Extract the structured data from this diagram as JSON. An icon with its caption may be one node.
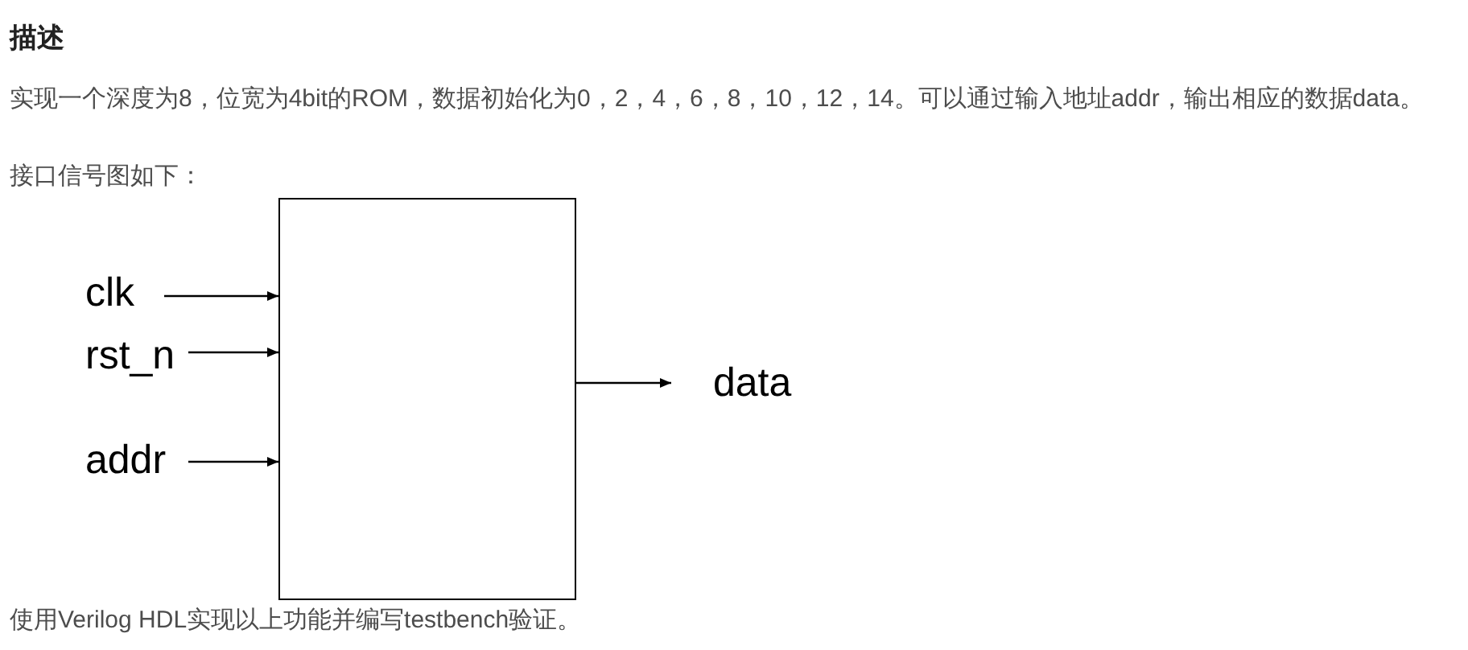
{
  "diagram": {
    "title": "描述",
    "nodes": [
      {
        "text": [],
        "shape": "box"
      },
      {
        "text": [
          "clk"
        ]
      },
      {
        "text": [
          "rst_n"
        ]
      },
      {
        "text": [
          "addr"
        ]
      },
      {
        "text": [
          "data"
        ]
      }
    ],
    "edges": [
      {
        "from": 1,
        "to": 0,
        "arrow": "to"
      },
      {
        "from": 2,
        "to": 0,
        "arrow": "to"
      },
      {
        "from": 3,
        "to": 0,
        "arrow": "to"
      },
      {
        "from": 0,
        "to": 4,
        "arrow": "to"
      }
    ],
    "labels": [
      "实现一个深度为8，位宽为4bit的ROM，数据初始化为0，2，4，6，8，10，12，14。可以通过输入地址addr，输出相应的数据data。",
      "接口信号图如下：",
      "使用Verilog HDL实现以上功能并编写testbench验证。"
    ]
  }
}
